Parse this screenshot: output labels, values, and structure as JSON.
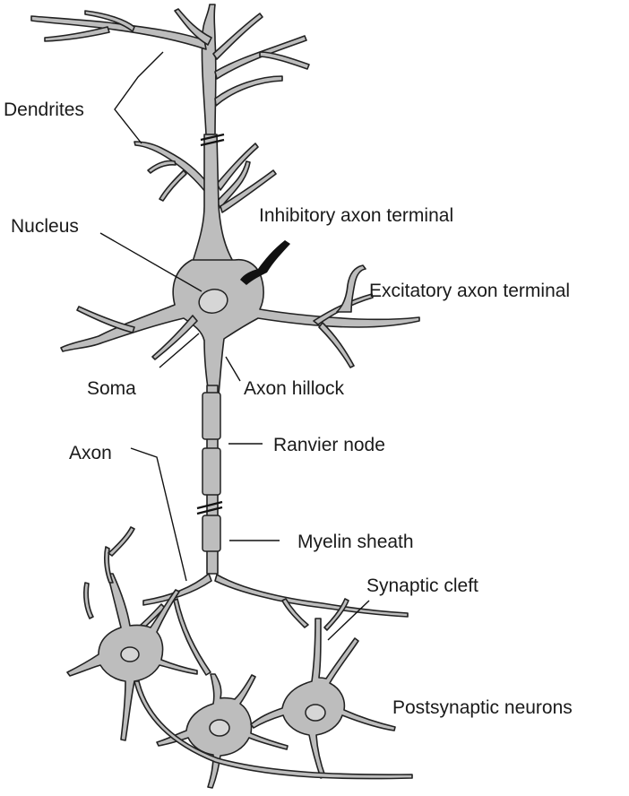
{
  "labels": {
    "dendrites": "Dendrites",
    "nucleus": "Nucleus",
    "inhibitory": "Inhibitory axon terminal",
    "excitatory": "Excitatory axon terminal",
    "soma": "Soma",
    "axon_hillock": "Axon hillock",
    "axon": "Axon",
    "ranvier_node": "Ranvier node",
    "myelin_sheath": "Myelin sheath",
    "synaptic_cleft": "Synaptic cleft",
    "postsynaptic": "Postsynaptic neurons"
  },
  "colors": {
    "cell_fill": "#bdbdbd",
    "outline": "#222222",
    "nucleus_fill": "#d6d6d6",
    "inhibitory_terminal": "#111111"
  }
}
